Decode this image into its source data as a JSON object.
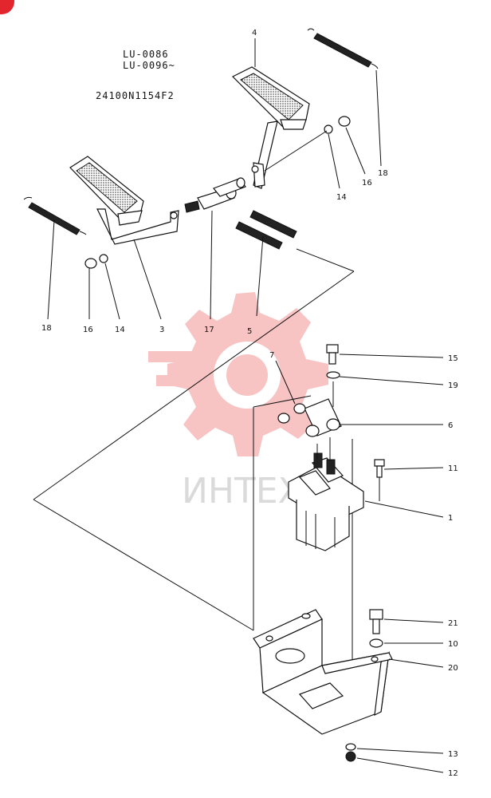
{
  "header": {
    "line1": "LU-0086",
    "line2": "LU-0096~",
    "code": "24100N1154F2"
  },
  "watermark": "ИНТЕХ",
  "labels": {
    "p4": "4",
    "p18a": "18",
    "p16a": "16",
    "p14a": "14",
    "p18b": "18",
    "p16b": "16",
    "p14b": "14",
    "p3": "3",
    "p17": "17",
    "p5": "5",
    "p7": "7",
    "p15": "15",
    "p19": "19",
    "p6": "6",
    "p11": "11",
    "p1": "1",
    "p21": "21",
    "p10": "10",
    "p20": "20",
    "p13": "13",
    "p12": "12"
  },
  "colors": {
    "watermark_gear": "#f07b7b",
    "watermark_text": "#bdbdbd",
    "corner_badge": "#e3262e"
  }
}
